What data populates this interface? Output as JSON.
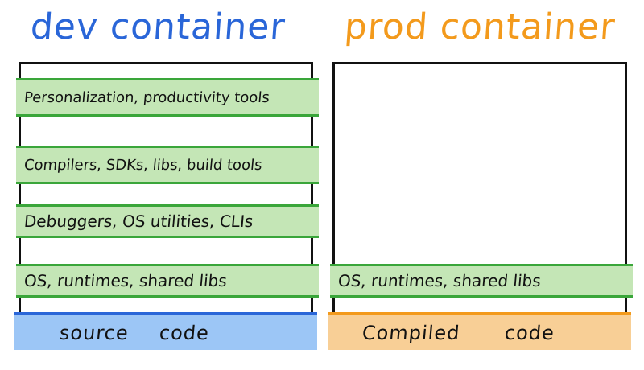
{
  "dev": {
    "title": "dev container",
    "layers": [
      "Personalization, productivity tools",
      "Compilers, SDKs, libs, build tools",
      "Debuggers, OS utilities, CLIs",
      "OS, runtimes, shared libs"
    ],
    "code": {
      "word1": "source",
      "word2": "code"
    }
  },
  "prod": {
    "title": "prod container",
    "layers": [
      "OS, runtimes, shared libs"
    ],
    "code": {
      "word1": "Compiled",
      "word2": "code"
    }
  },
  "colors": {
    "dev_accent": "#2a66d8",
    "prod_accent": "#f39a1c",
    "layer_fill": "#c4e6b6",
    "layer_border": "#3aa63a",
    "source_fill": "#9cc6f6",
    "compiled_fill": "#f8cf96"
  }
}
